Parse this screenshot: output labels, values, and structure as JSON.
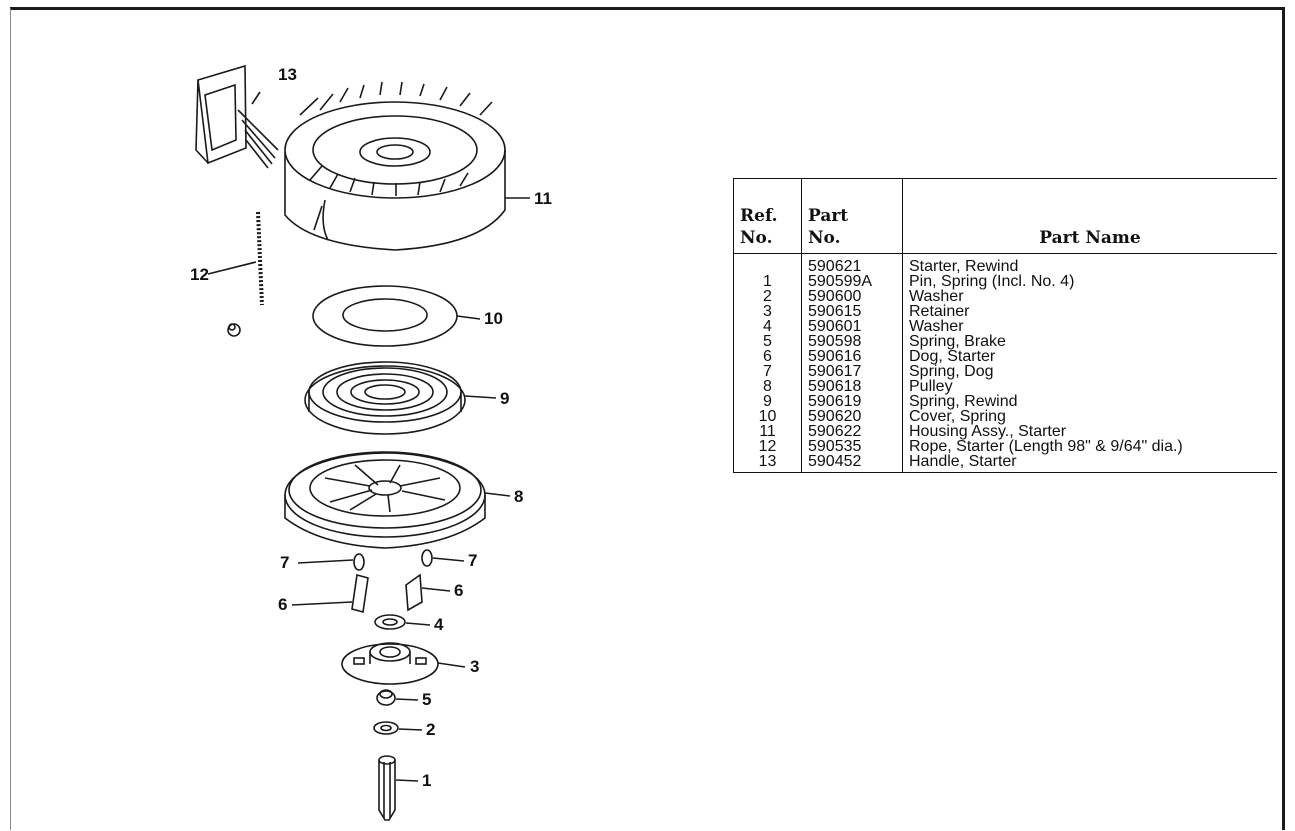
{
  "diagram": {
    "callouts": [
      "13",
      "11",
      "12",
      "10",
      "9",
      "8",
      "7",
      "7",
      "6",
      "6",
      "4",
      "3",
      "5",
      "2",
      "1"
    ]
  },
  "parts_table": {
    "headers": {
      "ref_line1": "Ref.",
      "ref_line2": "No.",
      "part_line1": "Part",
      "part_line2": "No.",
      "name": "Part Name"
    },
    "rows": [
      {
        "ref": "",
        "part": "590621",
        "name": "Starter, Rewind"
      },
      {
        "ref": "1",
        "part": "590599A",
        "name": "Pin, Spring (Incl. No. 4)"
      },
      {
        "ref": "2",
        "part": "590600",
        "name": "Washer"
      },
      {
        "ref": "3",
        "part": "590615",
        "name": "Retainer"
      },
      {
        "ref": "4",
        "part": "590601",
        "name": "Washer"
      },
      {
        "ref": "5",
        "part": "590598",
        "name": "Spring, Brake"
      },
      {
        "ref": "6",
        "part": "590616",
        "name": "Dog, Starter"
      },
      {
        "ref": "7",
        "part": "590617",
        "name": "Spring, Dog"
      },
      {
        "ref": "8",
        "part": "590618",
        "name": "Pulley"
      },
      {
        "ref": "9",
        "part": "590619",
        "name": "Spring, Rewind"
      },
      {
        "ref": "10",
        "part": "590620",
        "name": "Cover, Spring"
      },
      {
        "ref": "11",
        "part": "590622",
        "name": "Housing Assy., Starter"
      },
      {
        "ref": "12",
        "part": "590535",
        "name": "Rope, Starter (Length 98\" & 9/64\" dia.)"
      },
      {
        "ref": "13",
        "part": "590452",
        "name": "Handle, Starter"
      }
    ]
  }
}
